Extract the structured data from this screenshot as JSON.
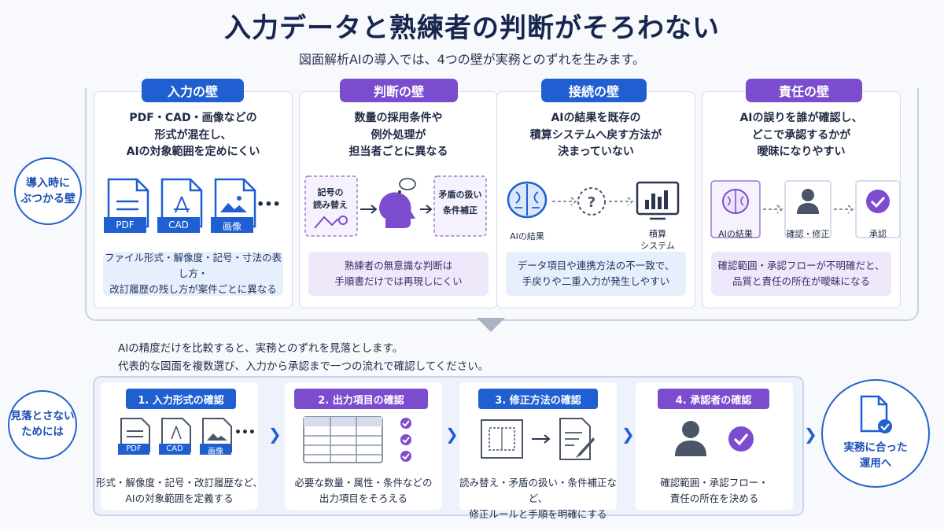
{
  "title": "入力データと熟練者の判断がそろわない",
  "subtitle": "図面解析AIの導入では、4つの壁が実務とのずれを生みます。",
  "left_top_circle": {
    "line1": "導入時に",
    "line2": "ぶつかる壁"
  },
  "left_bottom_circle": {
    "line1": "見落とさない",
    "line2": "ためには"
  },
  "right_circle": {
    "line1": "実務に合った",
    "line2": "運用へ",
    "icon": "document-check-icon"
  },
  "walls": [
    {
      "label": "入力の壁",
      "color": "blue",
      "desc": [
        "PDF・CAD・画像などの",
        "形式が混在し、",
        "AIの対象範囲を定めにくい"
      ],
      "icons": {
        "pdf": "PDF",
        "cad": "CAD",
        "image": "画像",
        "more": "•••"
      },
      "note": [
        "ファイル形式・解像度・記号・寸法の表し方・",
        "改訂履歴の残し方が案件ごとに異なる"
      ]
    },
    {
      "label": "判断の壁",
      "color": "purple",
      "desc": [
        "数量の採用条件や",
        "例外処理が",
        "担当者ごとに異なる"
      ],
      "icons": {
        "left": [
          "記号の",
          "読み替え"
        ],
        "right": [
          "矛盾の扱い",
          "条件補正"
        ]
      },
      "note": [
        "熟練者の無意識な判断は",
        "手順書だけでは再現しにくい"
      ]
    },
    {
      "label": "接続の壁",
      "color": "blue",
      "desc": [
        "AIの結果を既存の",
        "積算システムへ戻す方法が",
        "決まっていない"
      ],
      "icons": {
        "left": "AIの結果",
        "right": [
          "積算",
          "システム"
        ]
      },
      "note": [
        "データ項目や連携方法の不一致で、",
        "手戻りや二重入力が発生しやすい"
      ]
    },
    {
      "label": "責任の壁",
      "color": "purple",
      "desc": [
        "AIの誤りを誰が確認し、",
        "どこで承認するかが",
        "曖昧になりやすい"
      ],
      "icons": {
        "a": "AIの結果",
        "b": "確認・修正",
        "c": "承認"
      },
      "note": [
        "確認範囲・承認フローが不明確だと、",
        "品質と責任の所在が曖昧になる"
      ]
    }
  ],
  "mid_text": [
    "AIの精度だけを比較すると、実務とのずれを見落とします。",
    "代表的な図面を複数選び、入力から承認まで一つの流れで確認してください。"
  ],
  "steps": [
    {
      "label": "1. 入力形式の確認",
      "color": "blue",
      "icons": {
        "pdf": "PDF",
        "cad": "CAD",
        "image": "画像",
        "more": "•••"
      },
      "text": [
        "形式・解像度・記号・改訂履歴など、",
        "AIの対象範囲を定義する"
      ]
    },
    {
      "label": "2. 出力項目の確認",
      "color": "purple",
      "text": [
        "必要な数量・属性・条件などの",
        "出力項目をそろえる"
      ]
    },
    {
      "label": "3. 修正方法の確認",
      "color": "blue",
      "text": [
        "読み替え・矛盾の扱い・条件補正など、",
        "修正ルールと手順を明確にする"
      ]
    },
    {
      "label": "4. 承認者の確認",
      "color": "purple",
      "text": [
        "確認範囲・承認フロー・",
        "責任の所在を決める"
      ]
    }
  ],
  "colors": {
    "blue": "#1f5fd1",
    "purple": "#7c4ccf",
    "navy": "#17264f"
  }
}
